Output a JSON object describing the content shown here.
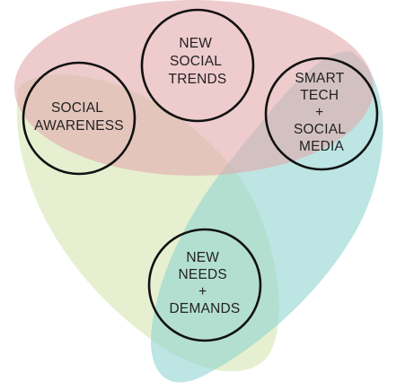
{
  "colors": {
    "pink": "#e2a9ab",
    "green": "#d6e6b4",
    "teal": "#8bd3cf",
    "ring": "#111111"
  },
  "nodes": {
    "new_social_trends": {
      "lines": [
        "NEW",
        "SOCIAL",
        "TRENDS"
      ]
    },
    "social_awareness": {
      "lines": [
        "SOCIAL",
        "AWARENESS"
      ]
    },
    "smart_tech_social_media": {
      "lines": [
        "SMART",
        "TECH",
        "+",
        "SOCIAL",
        "MEDIA"
      ]
    },
    "new_needs_demands": {
      "lines": [
        "NEW",
        "NEEDS",
        "+",
        "DEMANDS"
      ]
    }
  }
}
